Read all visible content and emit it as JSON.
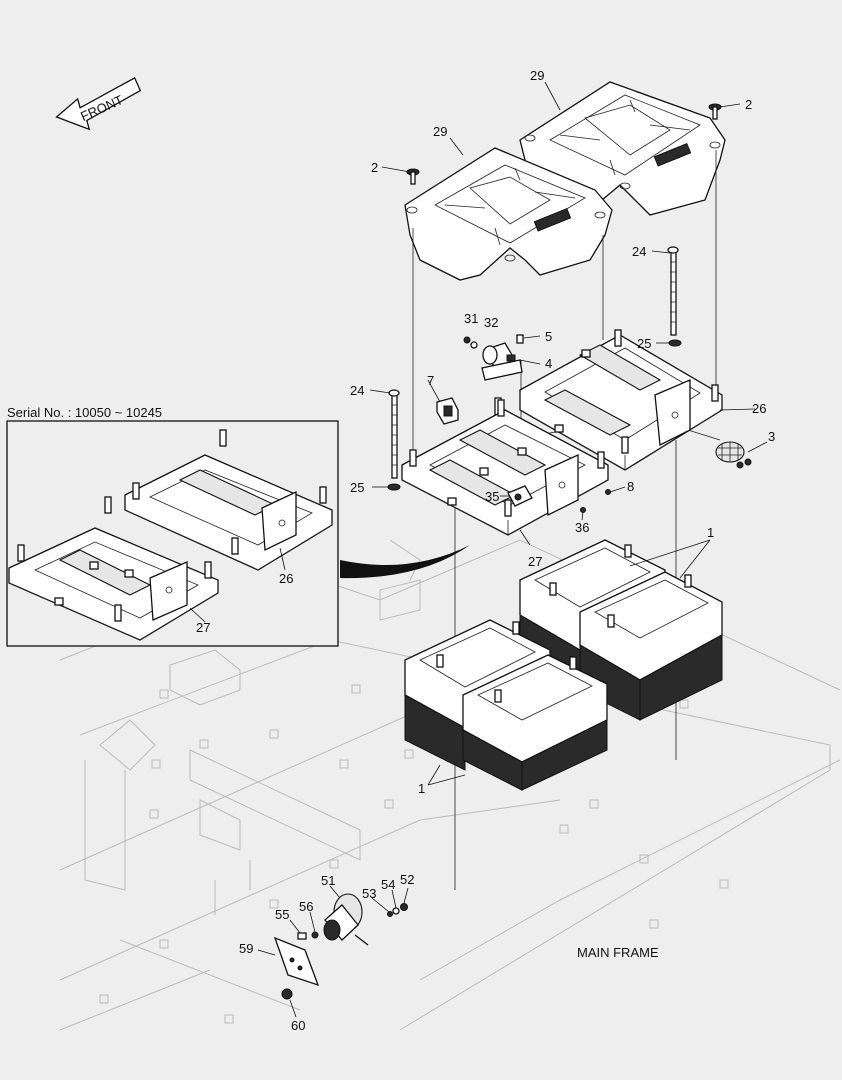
{
  "inset": {
    "title": "Serial No. : 10050 ~ 10245"
  },
  "front_arrow_label": "FRONT",
  "main_frame_label": "MAIN FRAME",
  "callouts": [
    "29",
    "29",
    "2",
    "2",
    "24",
    "25",
    "31",
    "32",
    "5",
    "4",
    "7",
    "24",
    "26",
    "3",
    "25",
    "35",
    "8",
    "36",
    "27",
    "1",
    "1",
    "51",
    "52",
    "53",
    "54",
    "55",
    "56",
    "59",
    "60",
    "26",
    "27"
  ]
}
